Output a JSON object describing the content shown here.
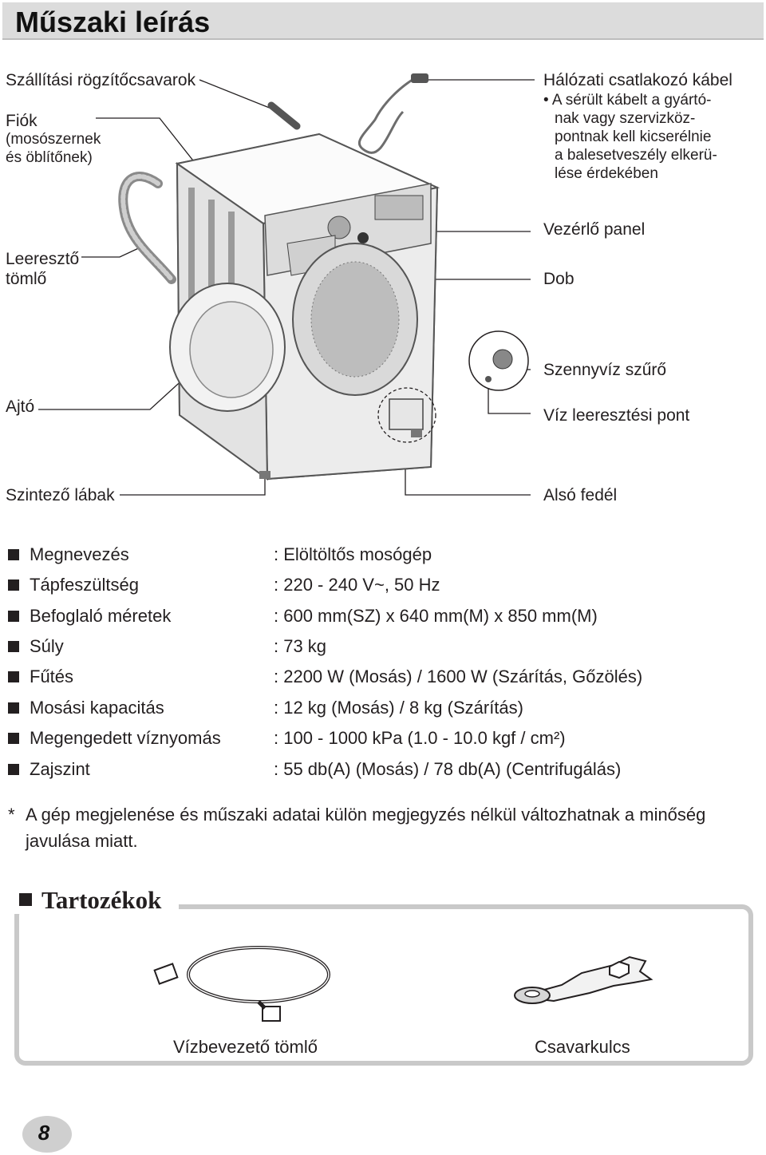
{
  "page": {
    "title": "Műszaki leírás",
    "page_number": "8"
  },
  "diagram": {
    "labels": {
      "transport_bolts": "Szállítási rögzítőcsavarok",
      "drawer_1": "Fiók",
      "drawer_2": "(mosószernek",
      "drawer_3": "és öblítőnek)",
      "power_cable": "Hálózati csatlakozó kábel",
      "power_cable_note_1": "• A sérült kábelt a gyártó-",
      "power_cable_note_2": "nak vagy szervizköz-",
      "power_cable_note_3": "pontnak kell kicserélnie",
      "power_cable_note_4": "a balesetveszély elkerü-",
      "power_cable_note_5": "lése érdekében",
      "drain_hose_1": "Leeresztő",
      "drain_hose_2": "tömlő",
      "control_panel": "Vezérlő panel",
      "drum": "Dob",
      "door": "Ajtó",
      "filter": "Szennyvíz szűrő",
      "drain_point": "Víz leeresztési pont",
      "leveling_feet": "Szintező lábak",
      "lower_cover": "Alsó fedél"
    }
  },
  "specs": [
    {
      "label": "Megnevezés",
      "value": ": Elöltöltős mosógép"
    },
    {
      "label": "Tápfeszültség",
      "value": ": 220 - 240 V~, 50 Hz"
    },
    {
      "label": "Befoglaló méretek",
      "value": ": 600 mm(SZ) x 640 mm(M) x 850 mm(M)"
    },
    {
      "label": "Súly",
      "value": ": 73 kg"
    },
    {
      "label": "Fűtés",
      "value": ": 2200 W (Mosás) / 1600 W (Szárítás, Gőzölés)"
    },
    {
      "label": "Mosási kapacitás",
      "value": ": 12 kg (Mosás) / 8 kg (Szárítás)"
    },
    {
      "label": "Megengedett víznyomás",
      "value": ": 100 - 1000 kPa (1.0 - 10.0 kgf / cm²)"
    },
    {
      "label": "Zajszint",
      "value": ": 55 db(A) (Mosás) / 78 db(A) (Centrifugálás)"
    }
  ],
  "note": {
    "star": "*",
    "text": "A gép megjelenése és műszaki adatai külön megjegyzés nélkül változhatnak a minőség javulása miatt."
  },
  "accessories": {
    "title": "Tartozékok",
    "items": [
      {
        "label": "Vízbevezető tömlő",
        "icon": "inlet-hose-icon"
      },
      {
        "label": "Csavarkulcs",
        "icon": "wrench-icon"
      }
    ]
  }
}
